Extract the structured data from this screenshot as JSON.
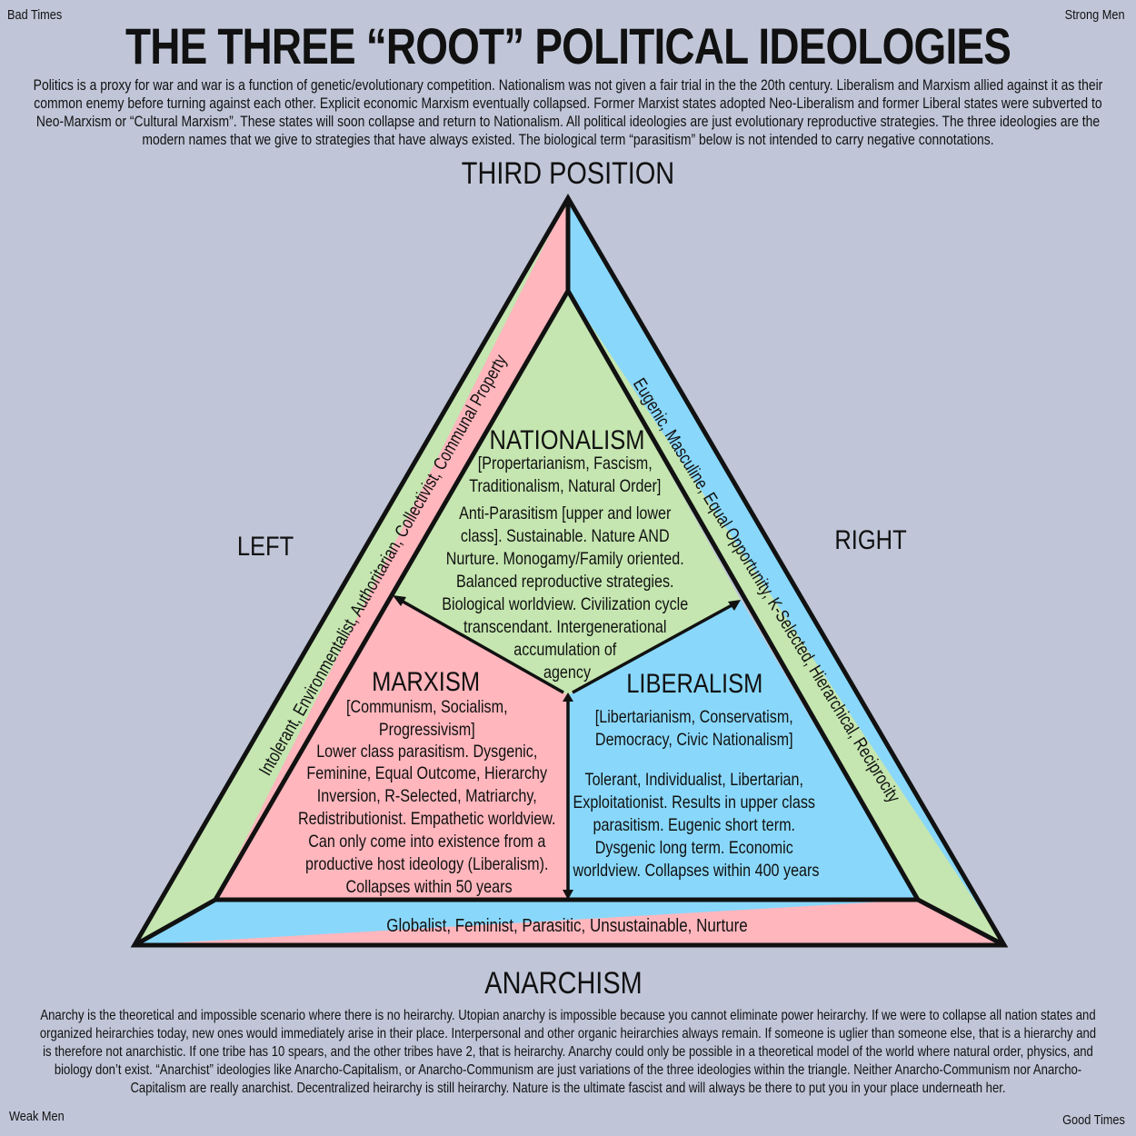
{
  "corners": {
    "top_left": "Bad Times",
    "top_right": "Strong Men",
    "bottom_left": "Weak Men",
    "bottom_right": "Good Times"
  },
  "title": "THE THREE “ROOT” POLITICAL IDEOLOGIES",
  "intro": "Politics is a proxy for war and war is a function of genetic/evolutionary competition. Nationalism was not given a fair trial in the the 20th century. Liberalism and Marxism allied against it as their common enemy before turning against each other. Explicit economic Marxism eventually collapsed. Former Marxist states adopted Neo-Liberalism and former Liberal states were subverted to Neo-Marxism or “Cultural Marxism”. These states will soon collapse and return to Nationalism. All political ideologies are just evolutionary reproductive strategies. The three ideologies are the modern names that we give to strategies that have always existed. The biological term “parasitism” below is not intended to carry negative connotations.",
  "positions": {
    "top": "THIRD POSITION",
    "left": "LEFT",
    "right": "RIGHT",
    "bottom": "ANARCHISM"
  },
  "bands": {
    "left": "Intolerant, Environmentalist, Authoritarian, Collectivist, Communal Property",
    "right": "Eugenic, Masculine, Equal Opportunity, K-Selected, Hierarchical, Reciprocity",
    "bottom": "Globalist, Feminist, Parasitic, Unsustainable, Nurture"
  },
  "nationalism": {
    "name": "NATIONALISM",
    "lines": [
      "[Propertarianism, Fascism,",
      "Traditionalism, Natural Order]",
      "Anti-Parasitism [upper and lower",
      "class]. Sustainable. Nature AND",
      "Nurture. Monogamy/Family oriented.",
      "Balanced reproductive strategies.",
      "Biological worldview. Civilization cycle",
      "transcendant. Intergenerational",
      "accumulation of",
      "agency"
    ]
  },
  "marxism": {
    "name": "MARXISM",
    "lines": [
      "[Communism, Socialism,",
      "Progressivism]",
      "Lower class parasitism. Dysgenic,",
      "Feminine, Equal Outcome, Hierarchy",
      "Inversion, R-Selected, Matriarchy,",
      "Redistributionist. Empathetic worldview.",
      "Can only come into existence from a",
      "productive host ideology (Liberalism).",
      "Collapses within 50 years"
    ]
  },
  "liberalism": {
    "name": "LIBERALISM",
    "lines": [
      "[Libertarianism, Conservatism,",
      "Democracy, Civic Nationalism]",
      "Tolerant, Individualist, Libertarian,",
      "Exploitationist. Results in upper class",
      "parasitism. Eugenic short term.",
      "Dysgenic long term. Economic",
      "worldview. Collapses within 400 years"
    ]
  },
  "outro": "Anarchy is the theoretical and impossible scenario where there is no heirarchy. Utopian anarchy is impossible because you cannot eliminate power heirarchy. If we were to collapse all nation states and organized heirarchies today, new ones would immediately arise in their place. Interpersonal and other organic heirarchies always remain. If someone is uglier than someone else, that is a hierarchy and is therefore not anarchistic. If one tribe has 10 spears, and the other tribes have 2, that is heirarchy. Anarchy could only be possible in a theoretical model of the world where natural order, physics, and biology don’t exist. “Anarchist” ideologies like Anarcho-Capitalism, or Anarcho-Communism are just variations of the three ideologies within the triangle. Neither Anarcho-Communism nor Anarcho-Capitalism are really anarchist. Decentralized heirarchy is still heirarchy. Nature is the ultimate fascist and will always be there to put you in your place underneath her.",
  "colors": {
    "background": "#c0c6d8",
    "nationalism": "#c5e6b0",
    "marxism": "#ffb6bd",
    "liberalism": "#89d8fb",
    "outline": "#111111"
  }
}
